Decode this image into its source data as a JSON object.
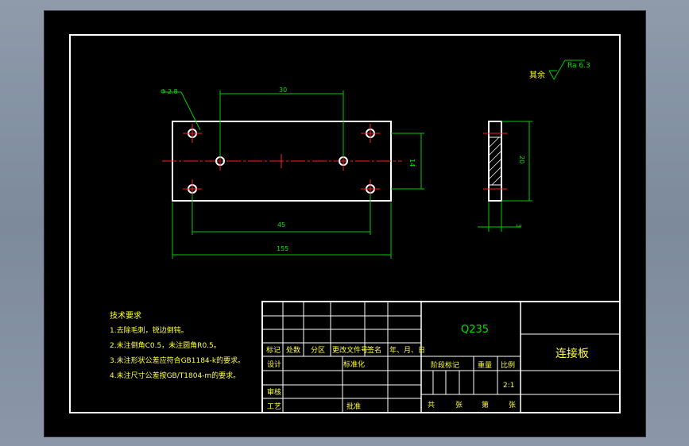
{
  "drawing": {
    "hole_dim": "Φ 2.8",
    "dim_top": "30",
    "dim_height_front": "14",
    "dim_holes_bottom": "45",
    "dim_total_length": "155",
    "dim_height_side": "20",
    "dim_thickness": "3",
    "roughness_prefix": "其余",
    "roughness_value": "Ra 6.3"
  },
  "tech_requirements": {
    "title": "技术要求",
    "items": [
      "1.去除毛刺，锐边倒钝。",
      "2.未注倒角C0.5，未注圆角R0.5。",
      "3.未注形状公差应符合GB1184-k的要求。",
      "4.未注尺寸公差按GB/T1804-m的要求。"
    ]
  },
  "title_block": {
    "material": "Q235",
    "part_name": "连接板",
    "headers": [
      "标记",
      "处数",
      "分区",
      "更改文件号",
      "签名",
      "年、月、日"
    ],
    "design": "设计",
    "standardize": "标准化",
    "review": "审核",
    "process": "工艺",
    "approve": "批准",
    "stage_mark": "阶段标记",
    "weight": "重量",
    "scale": "比例",
    "scale_value": "2:1",
    "sheet_total": "共",
    "sheet_unit": "张",
    "sheet_no": "第",
    "sheet_unit2": "张"
  }
}
